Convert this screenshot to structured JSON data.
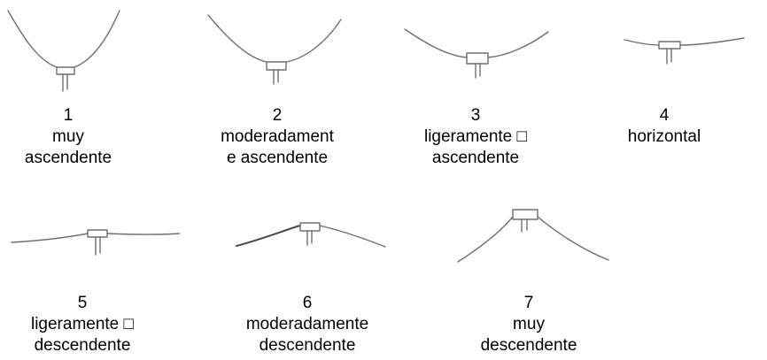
{
  "items": [
    {
      "number": "1",
      "line1": "muy",
      "line2": "ascendente"
    },
    {
      "number": "2",
      "line1": "moderadament",
      "line2": "e ascendente"
    },
    {
      "number": "3",
      "line1": "ligeramente □",
      "line2": "ascendente"
    },
    {
      "number": "4",
      "line1": "horizontal",
      "line2": ""
    },
    {
      "number": "5",
      "line1": "ligeramente □",
      "line2": "descendente"
    },
    {
      "number": "6",
      "line1": "moderadamente",
      "line2": "descendente"
    },
    {
      "number": "7",
      "line1": "muy",
      "line2": "descendente"
    }
  ]
}
